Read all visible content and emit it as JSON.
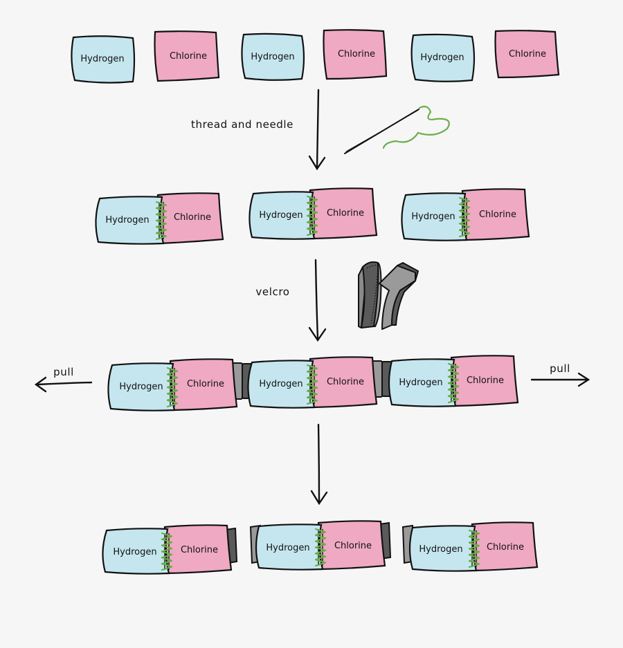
{
  "labels": {
    "hydrogen": "Hydrogen",
    "chlorine": "Chlorine",
    "thread": "thread and needle",
    "velcro": "velcro",
    "pull_left": "pull",
    "pull_right": "pull"
  },
  "colors": {
    "hydrogen": "#c5e6ef",
    "chlorine": "#efa9c2",
    "outline": "#111111",
    "stitch": "#6aad4a",
    "velcro_light": "#9a9a9a",
    "velcro_dark": "#5a5a5a",
    "background": "#f6f6f6"
  },
  "rows": [
    {
      "id": "separate-atoms",
      "pairs": 0,
      "separate_atoms": [
        "hydrogen",
        "chlorine",
        "hydrogen",
        "chlorine",
        "hydrogen",
        "chlorine"
      ]
    },
    {
      "id": "sewn-molecules",
      "pairs": 3,
      "joined_by": "thread and needle"
    },
    {
      "id": "velcro-chain",
      "pairs": 3,
      "joined_by": "velcro"
    },
    {
      "id": "pulled-apart",
      "pairs": 3,
      "joined_by": "velcro halves"
    }
  ],
  "icons": [
    "needle-icon",
    "velcro-icon",
    "arrow-down-icon",
    "arrow-left-icon",
    "arrow-right-icon"
  ]
}
